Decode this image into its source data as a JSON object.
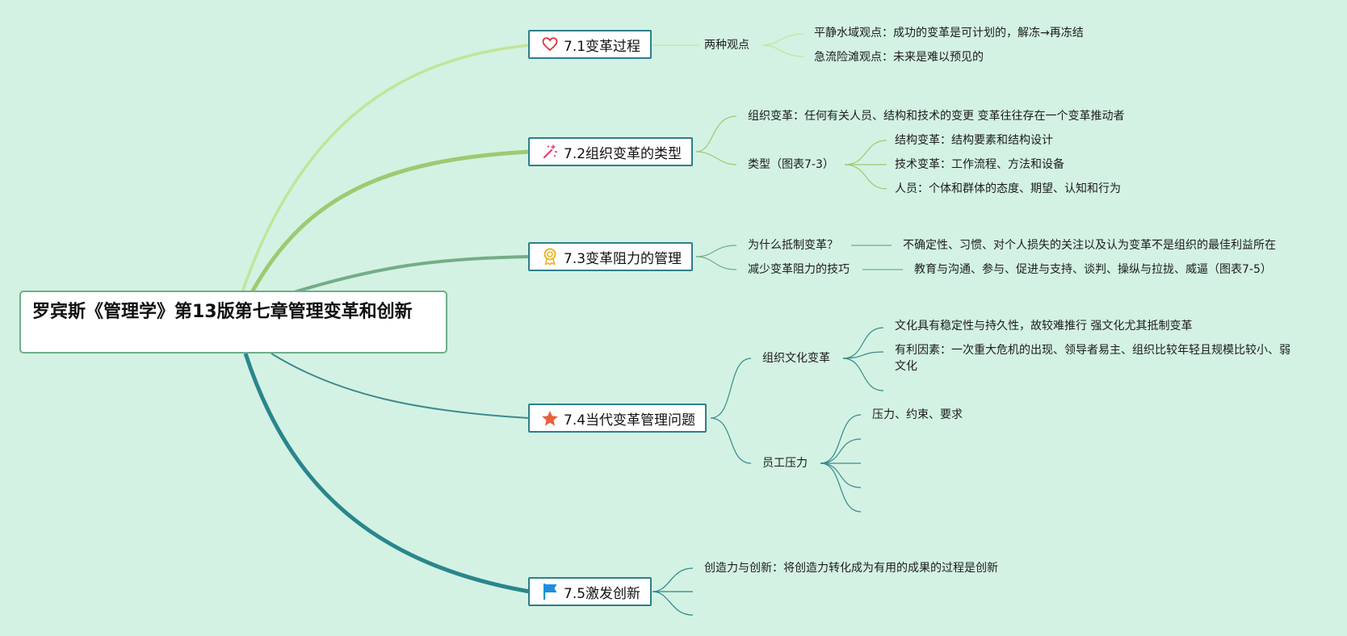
{
  "root": {
    "title": "罗宾斯《管理学》第13版第七章管理变革和创新"
  },
  "branches": [
    {
      "label": "7.1变革过程",
      "icon": "heart-icon",
      "children": [
        {
          "label": "两种观点",
          "children": [
            {
              "label": "平静水域观点：成功的变革是可计划的，解冻→再冻结"
            },
            {
              "label": "急流险滩观点：未来是难以预见的"
            }
          ]
        }
      ]
    },
    {
      "label": "7.2组织变革的类型",
      "icon": "magic-wand-icon",
      "children": [
        {
          "label": "组织变革：任何有关人员、结构和技术的变更 变革往往存在一个变革推动者"
        },
        {
          "label": "类型（图表7-3）",
          "children": [
            {
              "label": "结构变革：结构要素和结构设计"
            },
            {
              "label": "技术变革：工作流程、方法和设备"
            },
            {
              "label": "人员：个体和群体的态度、期望、认知和行为"
            }
          ]
        }
      ]
    },
    {
      "label": "7.3变革阻力的管理",
      "icon": "award-medal-icon",
      "children": [
        {
          "label": "为什么抵制变革？",
          "children": [
            {
              "label": "不确定性、习惯、对个人损失的关注以及认为变革不是组织的最佳利益所在"
            }
          ]
        },
        {
          "label": "减少变革阻力的技巧",
          "children": [
            {
              "label": "教育与沟通、参与、促进与支持、谈判、操纵与拉拢、威逼（图表7-5）"
            }
          ]
        }
      ]
    },
    {
      "label": "7.4当代变革管理问题",
      "icon": "star-icon",
      "children": [
        {
          "label": "组织文化变革",
          "children": [
            {
              "label": "文化具有稳定性与持久性，故较难推行 强文化尤其抵制变革"
            },
            {
              "label": "有利因素：一次重大危机的出现、领导者易主、组织比较年轻且规模比较小、弱文化"
            },
            {
              "label": ""
            }
          ]
        },
        {
          "label": "员工压力",
          "children": [
            {
              "label": "压力、约束、要求"
            },
            {
              "label": ""
            },
            {
              "label": ""
            },
            {
              "label": ""
            },
            {
              "label": ""
            }
          ]
        }
      ]
    },
    {
      "label": "7.5激发创新",
      "icon": "flag-icon",
      "children": [
        {
          "label": "创造力与创新：将创造力转化成为有用的成果的过程是创新"
        },
        {
          "label": ""
        },
        {
          "label": ""
        }
      ]
    }
  ],
  "colors": {
    "background": "#d3f2e3",
    "branch1": "#c3e49a",
    "branch2": "#9dca72",
    "branch3": "#74ad86",
    "branch4": "#3b8b8e",
    "branch5": "#2a868c",
    "heart": "#d9363e",
    "wand": "#e23d7a",
    "medal": "#f0b323",
    "star": "#e8603c",
    "flag": "#1d8fe0"
  }
}
